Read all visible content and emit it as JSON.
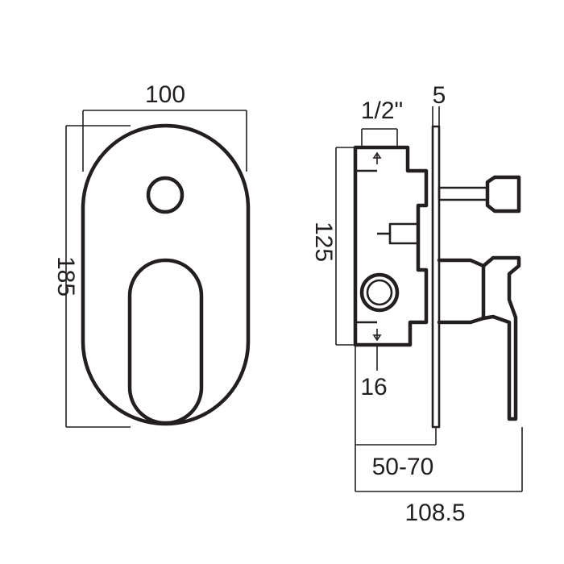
{
  "dimensions": {
    "width": "100",
    "height": "185",
    "body_height": "125",
    "inlet": "1/2\"",
    "plate": "5",
    "offset": "16",
    "depth_range": "50-70",
    "overall_depth": "108.5"
  }
}
